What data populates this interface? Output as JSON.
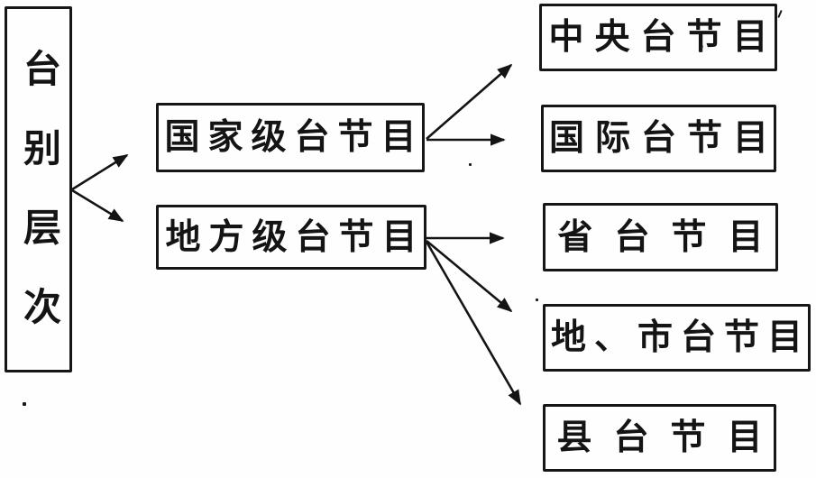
{
  "diagram": {
    "root": {
      "label": "台别层次"
    },
    "branches": [
      {
        "label": "国家级台节目"
      },
      {
        "label": "地方级台节目"
      }
    ],
    "leaves": [
      {
        "label": "中央台节目"
      },
      {
        "label": "国际台节目"
      },
      {
        "label": "省台节目"
      },
      {
        "label": "地、市台节目"
      },
      {
        "label": "县台节目"
      }
    ],
    "edges": [
      {
        "from": "台别层次",
        "to": "国家级台节目"
      },
      {
        "from": "台别层次",
        "to": "地方级台节目"
      },
      {
        "from": "国家级台节目",
        "to": "中央台节目"
      },
      {
        "from": "国家级台节目",
        "to": "国际台节目"
      },
      {
        "from": "地方级台节目",
        "to": "省台节目"
      },
      {
        "from": "地方级台节目",
        "to": "地、市台节目"
      },
      {
        "from": "地方级台节目",
        "to": "县台节目"
      }
    ],
    "colors": {
      "ink": "#141414",
      "background": "#fefefe"
    }
  }
}
